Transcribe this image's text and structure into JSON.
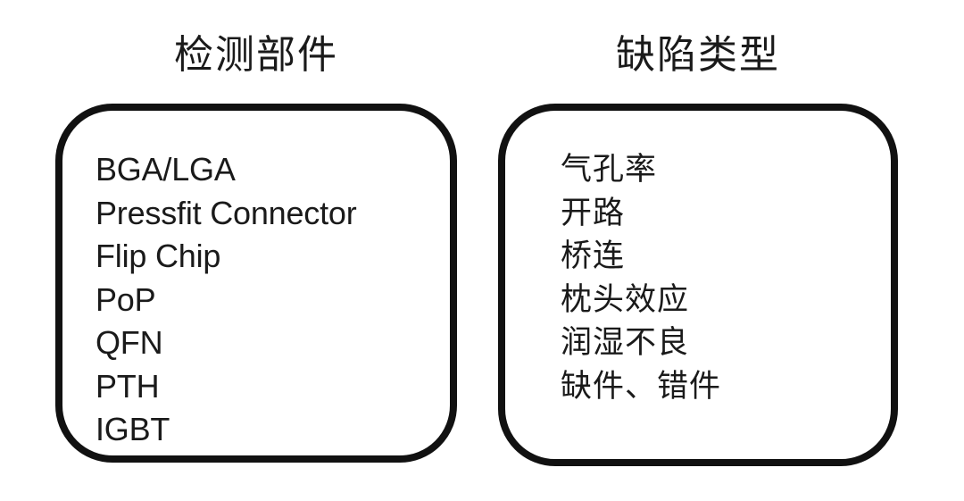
{
  "left": {
    "title": "检测部件",
    "items": [
      "BGA/LGA",
      "Pressfit Connector",
      "Flip Chip",
      "PoP",
      "QFN",
      "PTH",
      "IGBT"
    ]
  },
  "right": {
    "title": "缺陷类型",
    "items": [
      "气孔率",
      "开路",
      "桥连",
      "枕头效应",
      "润湿不良",
      "缺件、错件"
    ]
  }
}
